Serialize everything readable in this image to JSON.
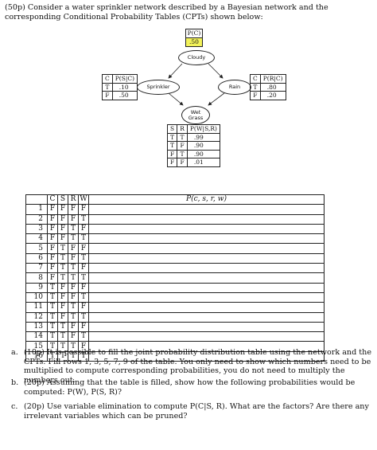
{
  "problem": {
    "intro": "(50p) Consider a water sprinkler network described by a Bayesian network and the corresponding Conditional Probability Tables (CPTs) shown below:"
  },
  "network": {
    "pc": {
      "header": "P(C)",
      "value": ".50"
    },
    "nodes": {
      "cloudy": "Cloudy",
      "sprinkler": "Sprinkler",
      "rain": "Rain",
      "wetgrass_line1": "Wet",
      "wetgrass_line2": "Grass"
    },
    "cpt_s": {
      "headers": [
        "C",
        "P(S|C)"
      ],
      "rows": [
        [
          "T",
          ".10"
        ],
        [
          "F",
          ".50"
        ]
      ]
    },
    "cpt_r": {
      "headers": [
        "C",
        "P(R|C)"
      ],
      "rows": [
        [
          "T",
          ".80"
        ],
        [
          "F",
          ".20"
        ]
      ]
    },
    "cpt_w": {
      "headers": [
        "S",
        "R",
        "P(W|S,R)"
      ],
      "rows": [
        [
          "T",
          "T",
          ".99"
        ],
        [
          "T",
          "F",
          ".90"
        ],
        [
          "F",
          "T",
          ".90"
        ],
        [
          "F",
          "F",
          ".01"
        ]
      ]
    }
  },
  "joint_table": {
    "headers": [
      "",
      "C",
      "S",
      "R",
      "W",
      "P(c, s, r, w)"
    ],
    "rows": [
      [
        "1",
        "F",
        "F",
        "F",
        "F"
      ],
      [
        "2",
        "F",
        "F",
        "F",
        "T"
      ],
      [
        "3",
        "F",
        "F",
        "T",
        "F"
      ],
      [
        "4",
        "F",
        "F",
        "T",
        "T"
      ],
      [
        "5",
        "F",
        "T",
        "F",
        "F"
      ],
      [
        "6",
        "F",
        "T",
        "F",
        "T"
      ],
      [
        "7",
        "F",
        "T",
        "T",
        "F"
      ],
      [
        "8",
        "F",
        "T",
        "T",
        "T"
      ],
      [
        "9",
        "T",
        "F",
        "F",
        "F"
      ],
      [
        "10",
        "T",
        "F",
        "F",
        "T"
      ],
      [
        "11",
        "T",
        "F",
        "T",
        "F"
      ],
      [
        "12",
        "T",
        "F",
        "T",
        "T"
      ],
      [
        "13",
        "T",
        "T",
        "F",
        "F"
      ],
      [
        "14",
        "T",
        "T",
        "F",
        "T"
      ],
      [
        "15",
        "T",
        "T",
        "T",
        "F"
      ],
      [
        "16",
        "T",
        "T",
        "T",
        "T"
      ]
    ]
  },
  "questions": [
    {
      "label": "a.",
      "text": "(10p) It is possible to fill the joint probability distribution table using the network and the CPTs. Fill rows 1, 3, 5, 7, 9 of the table. You only need to show which numbers need to be multiplied to compute corresponding probabilities, you do not need to multiply the numbers out."
    },
    {
      "label": "b.",
      "text": "(20p) Assuming that the table is filled, show how the following probabilities would be computed: P(W), P(S, R)?"
    },
    {
      "label": "c.",
      "text": "(20p) Use variable elimination to compute P(C|S, R). What are the factors? Are there any irrelevant variables which can be pruned?"
    }
  ]
}
